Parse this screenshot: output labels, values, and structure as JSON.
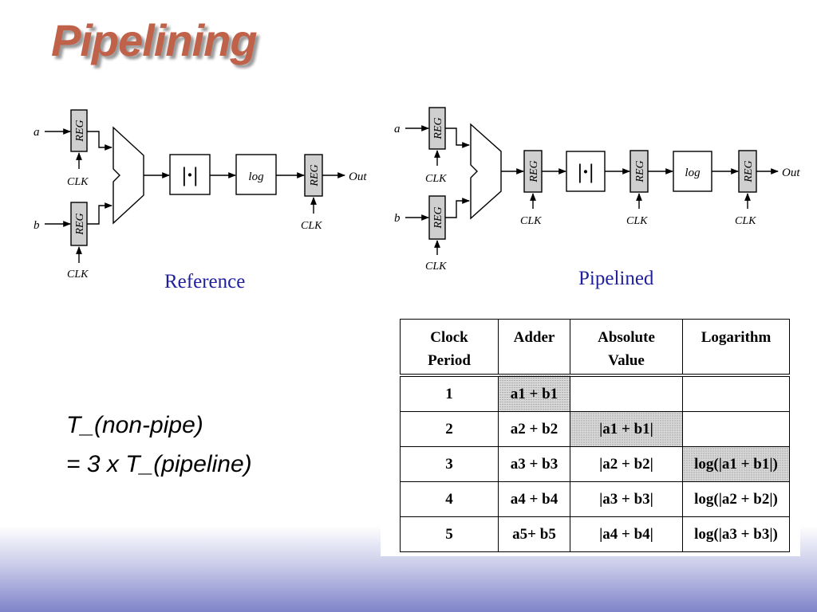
{
  "title": "Pipelining",
  "reference": {
    "input_a": "a",
    "input_b": "b",
    "reg_label": "REG",
    "clk_label": "CLK",
    "abs_symbol": "|·|",
    "log_label": "log",
    "output_label": "Out",
    "caption": "Reference"
  },
  "pipelined": {
    "input_a": "a",
    "input_b": "b",
    "reg_label": "REG",
    "clk_label": "CLK",
    "abs_symbol": "|·|",
    "log_label": "log",
    "output_label": "Out",
    "caption": "Pipelined"
  },
  "formula": {
    "line1": "T_(non-pipe)",
    "line2": "= 3 x T_(pipeline)"
  },
  "table": {
    "headers": [
      [
        "Clock",
        "Period"
      ],
      [
        "Adder"
      ],
      [
        "Absolute",
        "Value"
      ],
      [
        "Logarithm"
      ]
    ],
    "rows": [
      {
        "period": "1",
        "adder": "a1 + b1",
        "abs": "",
        "log": ""
      },
      {
        "period": "2",
        "adder": "a2 + b2",
        "abs": "|a1 + b1|",
        "log": ""
      },
      {
        "period": "3",
        "adder": "a3 + b3",
        "abs": "|a2 + b2|",
        "log": "log(|a1 + b1|)"
      },
      {
        "period": "4",
        "adder": "a4 + b4",
        "abs": "|a3 + b3|",
        "log": "log(|a2 + b2|)"
      },
      {
        "period": "5",
        "adder": "a5+ b5",
        "abs": "|a4 + b4|",
        "log": "log(|a3 + b3|)"
      }
    ],
    "highlight_colors": {
      "shade": "#d8d8d8"
    }
  }
}
